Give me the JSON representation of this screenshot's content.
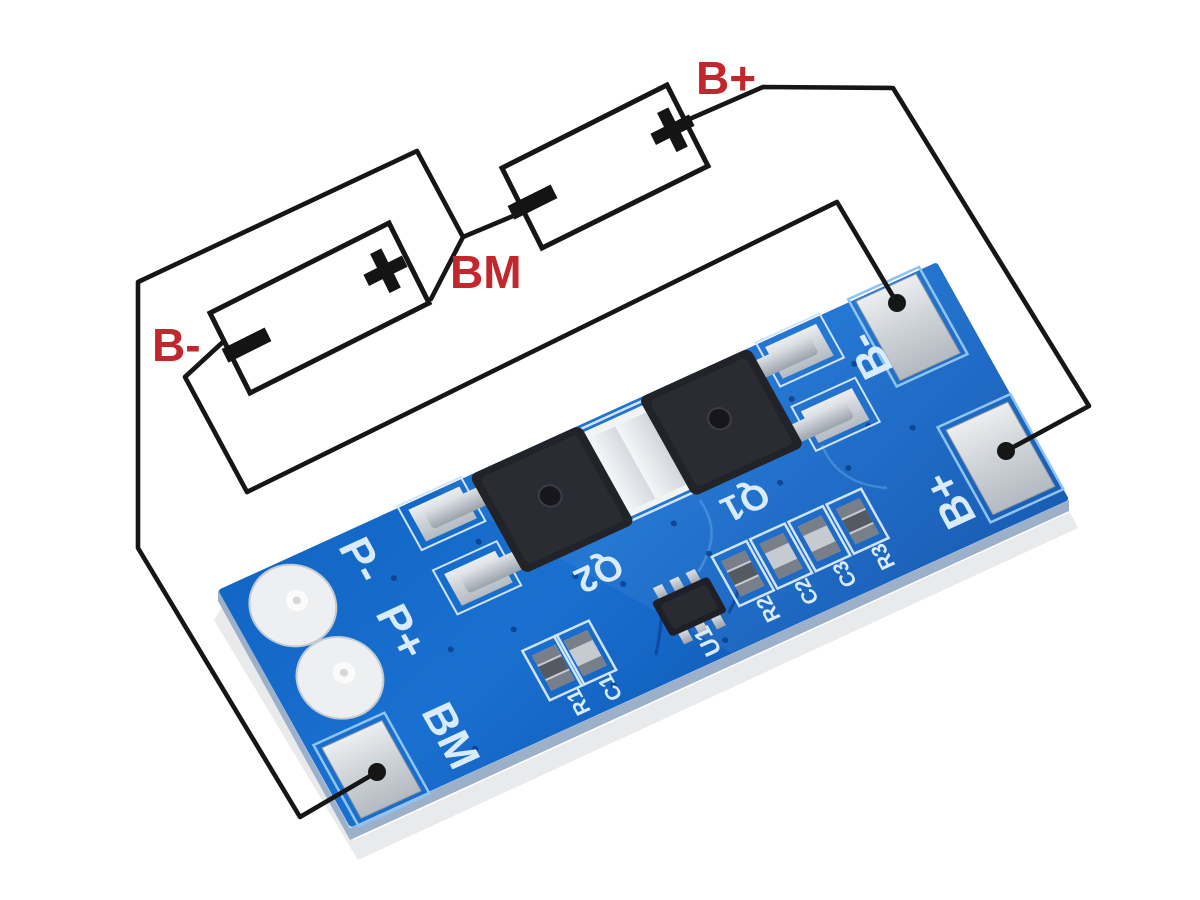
{
  "schematic": {
    "label_color": "#c1272d",
    "wire_color": "#161616",
    "labels": {
      "b_plus": "B+",
      "b_minus": "B-",
      "bm": "BM"
    },
    "battery1": {
      "plus": "+",
      "minus": "−"
    },
    "battery2": {
      "plus": "+",
      "minus": "−"
    }
  },
  "pcb": {
    "board_color_light": "#2176d6",
    "board_color_dark": "#0d55b2",
    "silkscreen_color": "#d9ecff",
    "pad_color": "#d6dade",
    "silkscreen": {
      "p_minus": "P-",
      "p_plus": "P+",
      "bm": "BM",
      "b_minus": "B-",
      "b_plus": "B+",
      "q1": "Q1",
      "q2": "Q2",
      "u1": "U1",
      "r1": "R1",
      "c1": "C1",
      "r2": "R2",
      "c2": "C2",
      "c3": "C3",
      "r3": "R3"
    }
  }
}
